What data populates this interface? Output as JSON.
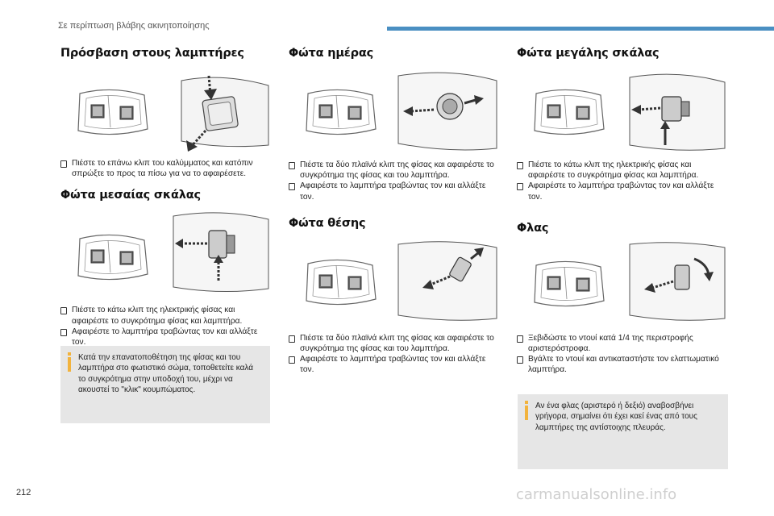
{
  "header": {
    "title": "Σε περίπτωση βλάβης ακινητοποίησης"
  },
  "col1": {
    "s1": {
      "title": "Πρόσβαση στους λαμπτήρες",
      "bullets": [
        "Πιέστε το επάνω κλιπ του καλύμματος και κατόπιν σπρώξτε το προς τα πίσω για να το αφαιρέσετε."
      ]
    },
    "s2": {
      "title": "Φώτα μεσαίας σκάλας",
      "bullets": [
        "Πιέστε το κάτω κλιπ της ηλεκτρικής φίσας και αφαιρέστε το συγκρότημα φίσας και λαμπτήρα.",
        "Αφαιρέστε το λαμπτήρα τραβώντας τον και αλλάξτε τον."
      ]
    },
    "note": "Κατά την επανατοποθέτηση της φίσας και του λαμπτήρα στο φωτιστικό σώμα, τοποθετείτε καλά το συγκρότημα στην υποδοχή του, μέχρι να ακουστεί το \"κλικ\" κουμπώματος."
  },
  "col2": {
    "s1": {
      "title": "Φώτα ημέρας",
      "bullets": [
        "Πιέστε τα δύο πλαϊνά κλιπ της φίσας και αφαιρέστε το συγκρότημα της φίσας και του λαμπτήρα.",
        "Αφαιρέστε το λαμπτήρα τραβώντας τον και αλλάξτε τον."
      ]
    },
    "s2": {
      "title": "Φώτα θέσης",
      "bullets": [
        "Πιέστε τα δύο πλαϊνά κλιπ της φίσας και αφαιρέστε το συγκρότημα της φίσας και του λαμπτήρα.",
        "Αφαιρέστε το λαμπτήρα τραβώντας τον και αλλάξτε τον."
      ]
    }
  },
  "col3": {
    "s1": {
      "title": "Φώτα μεγάλης σκάλας",
      "bullets": [
        "Πιέστε το κάτω κλιπ της ηλεκτρικής φίσας και αφαιρέστε το συγκρότημα φίσας και λαμπτήρα.",
        "Αφαιρέστε το λαμπτήρα τραβώντας τον και αλλάξτε τον."
      ]
    },
    "s2": {
      "title": "Φλας",
      "bullets": [
        "Ξεβιδώστε το ντουί κατά 1/4 της περιστροφής αριστερόστροφα.",
        "Βγάλτε το ντουί και αντικαταστήστε τον ελαττωματικό λαμπτήρα."
      ]
    },
    "note": "Αν ένα φλας (αριστερό ή δεξιό) αναβοσβήνει γρήγορα, σημαίνει ότι έχει καεί ένας από τους λαμπτήρες της αντίστοιχης πλευράς."
  },
  "footer": {
    "page_number": "212",
    "watermark": "carmanualsonline.info"
  },
  "colors": {
    "accent": "#4a8fc2",
    "note_bg": "#e6e6e6",
    "info_icon": "#f2b33d"
  }
}
